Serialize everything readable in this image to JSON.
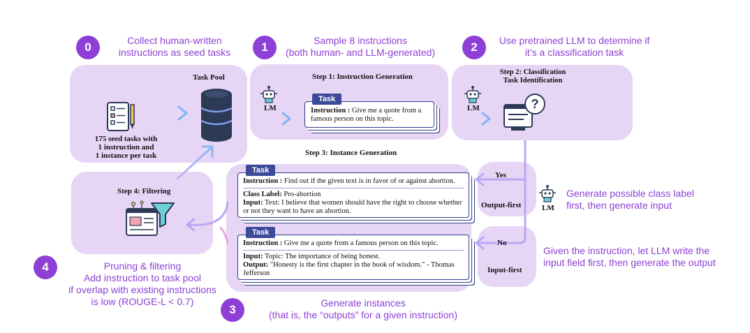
{
  "steps": {
    "s0": {
      "num": "0",
      "text": [
        "Collect human-written",
        "instructions as seed tasks"
      ]
    },
    "s1": {
      "num": "1",
      "text": [
        "Sample 8 instructions",
        "(both human- and LLM-generated)"
      ]
    },
    "s2": {
      "num": "2",
      "text": [
        "Use pretrained LLM to determine if",
        "it’s a classification task"
      ]
    },
    "s3": {
      "num": "3",
      "text": [
        "Generate instances",
        "(that is, the “outputs” for a given instruction)"
      ]
    },
    "s4": {
      "num": "4",
      "text": [
        "Pruning & filtering",
        "Add instruction to task pool",
        "if overlap with existing instructions",
        "is low (ROUGE-L < 0.7)"
      ]
    }
  },
  "task_pool": {
    "title": "Task Pool",
    "seed": [
      "175 seed tasks with",
      "1 instruction and",
      "1 instance per task"
    ]
  },
  "step1": {
    "title": "Step 1: Instruction Generation",
    "lm": "LM",
    "tag": "Task",
    "instruction_label": "Instruction :",
    "instruction_text": " Give me a quote from a famous person on this topic."
  },
  "step2": {
    "title": [
      "Step 2: Classification",
      "Task Identification"
    ],
    "lm": "LM"
  },
  "step3": {
    "title": "Step 3: Instance Generation",
    "card1": {
      "tag": "Task",
      "instruction_label": "Instruction :",
      "instruction_text": " Find out if the given text is in favor of or against abortion.",
      "class_label": "Class Label:",
      "class_text": " Pro-abortion",
      "input_label": "Input:",
      "input_text": " Text: I believe that women should have the right to choose whether or not they want to have an abortion."
    },
    "card2": {
      "tag": "Task",
      "instruction_label": "Instruction :",
      "instruction_text": " Give me a quote from a famous person on this topic.",
      "input_label": "Input:",
      "input_text": " Topic: The importance of being honest.",
      "output_label": "Output:",
      "output_text": " \"Honesty is the first chapter in the book of wisdom.\" - Thomas Jefferson"
    }
  },
  "step4": {
    "title": "Step 4: Filtering"
  },
  "branches": {
    "yes": {
      "label": "Yes",
      "mode": "Output-first",
      "lm": "LM",
      "desc": [
        "Generate possible class label",
        "first, then generate input"
      ]
    },
    "no": {
      "label": "No",
      "mode": "Input-first",
      "desc": [
        "Given the instruction, let LLM write the",
        "input field first, then generate the output"
      ]
    }
  },
  "colors": {
    "accent": "#8e3fd6",
    "panel": "#e6d5f5",
    "tag": "#3c4a99",
    "arrow": "#8fa8f0",
    "db": "#2c3a56"
  },
  "icons": [
    "checklist-icon",
    "database-icon",
    "robot-icon",
    "question-screen-icon",
    "filter-funnel-icon"
  ]
}
